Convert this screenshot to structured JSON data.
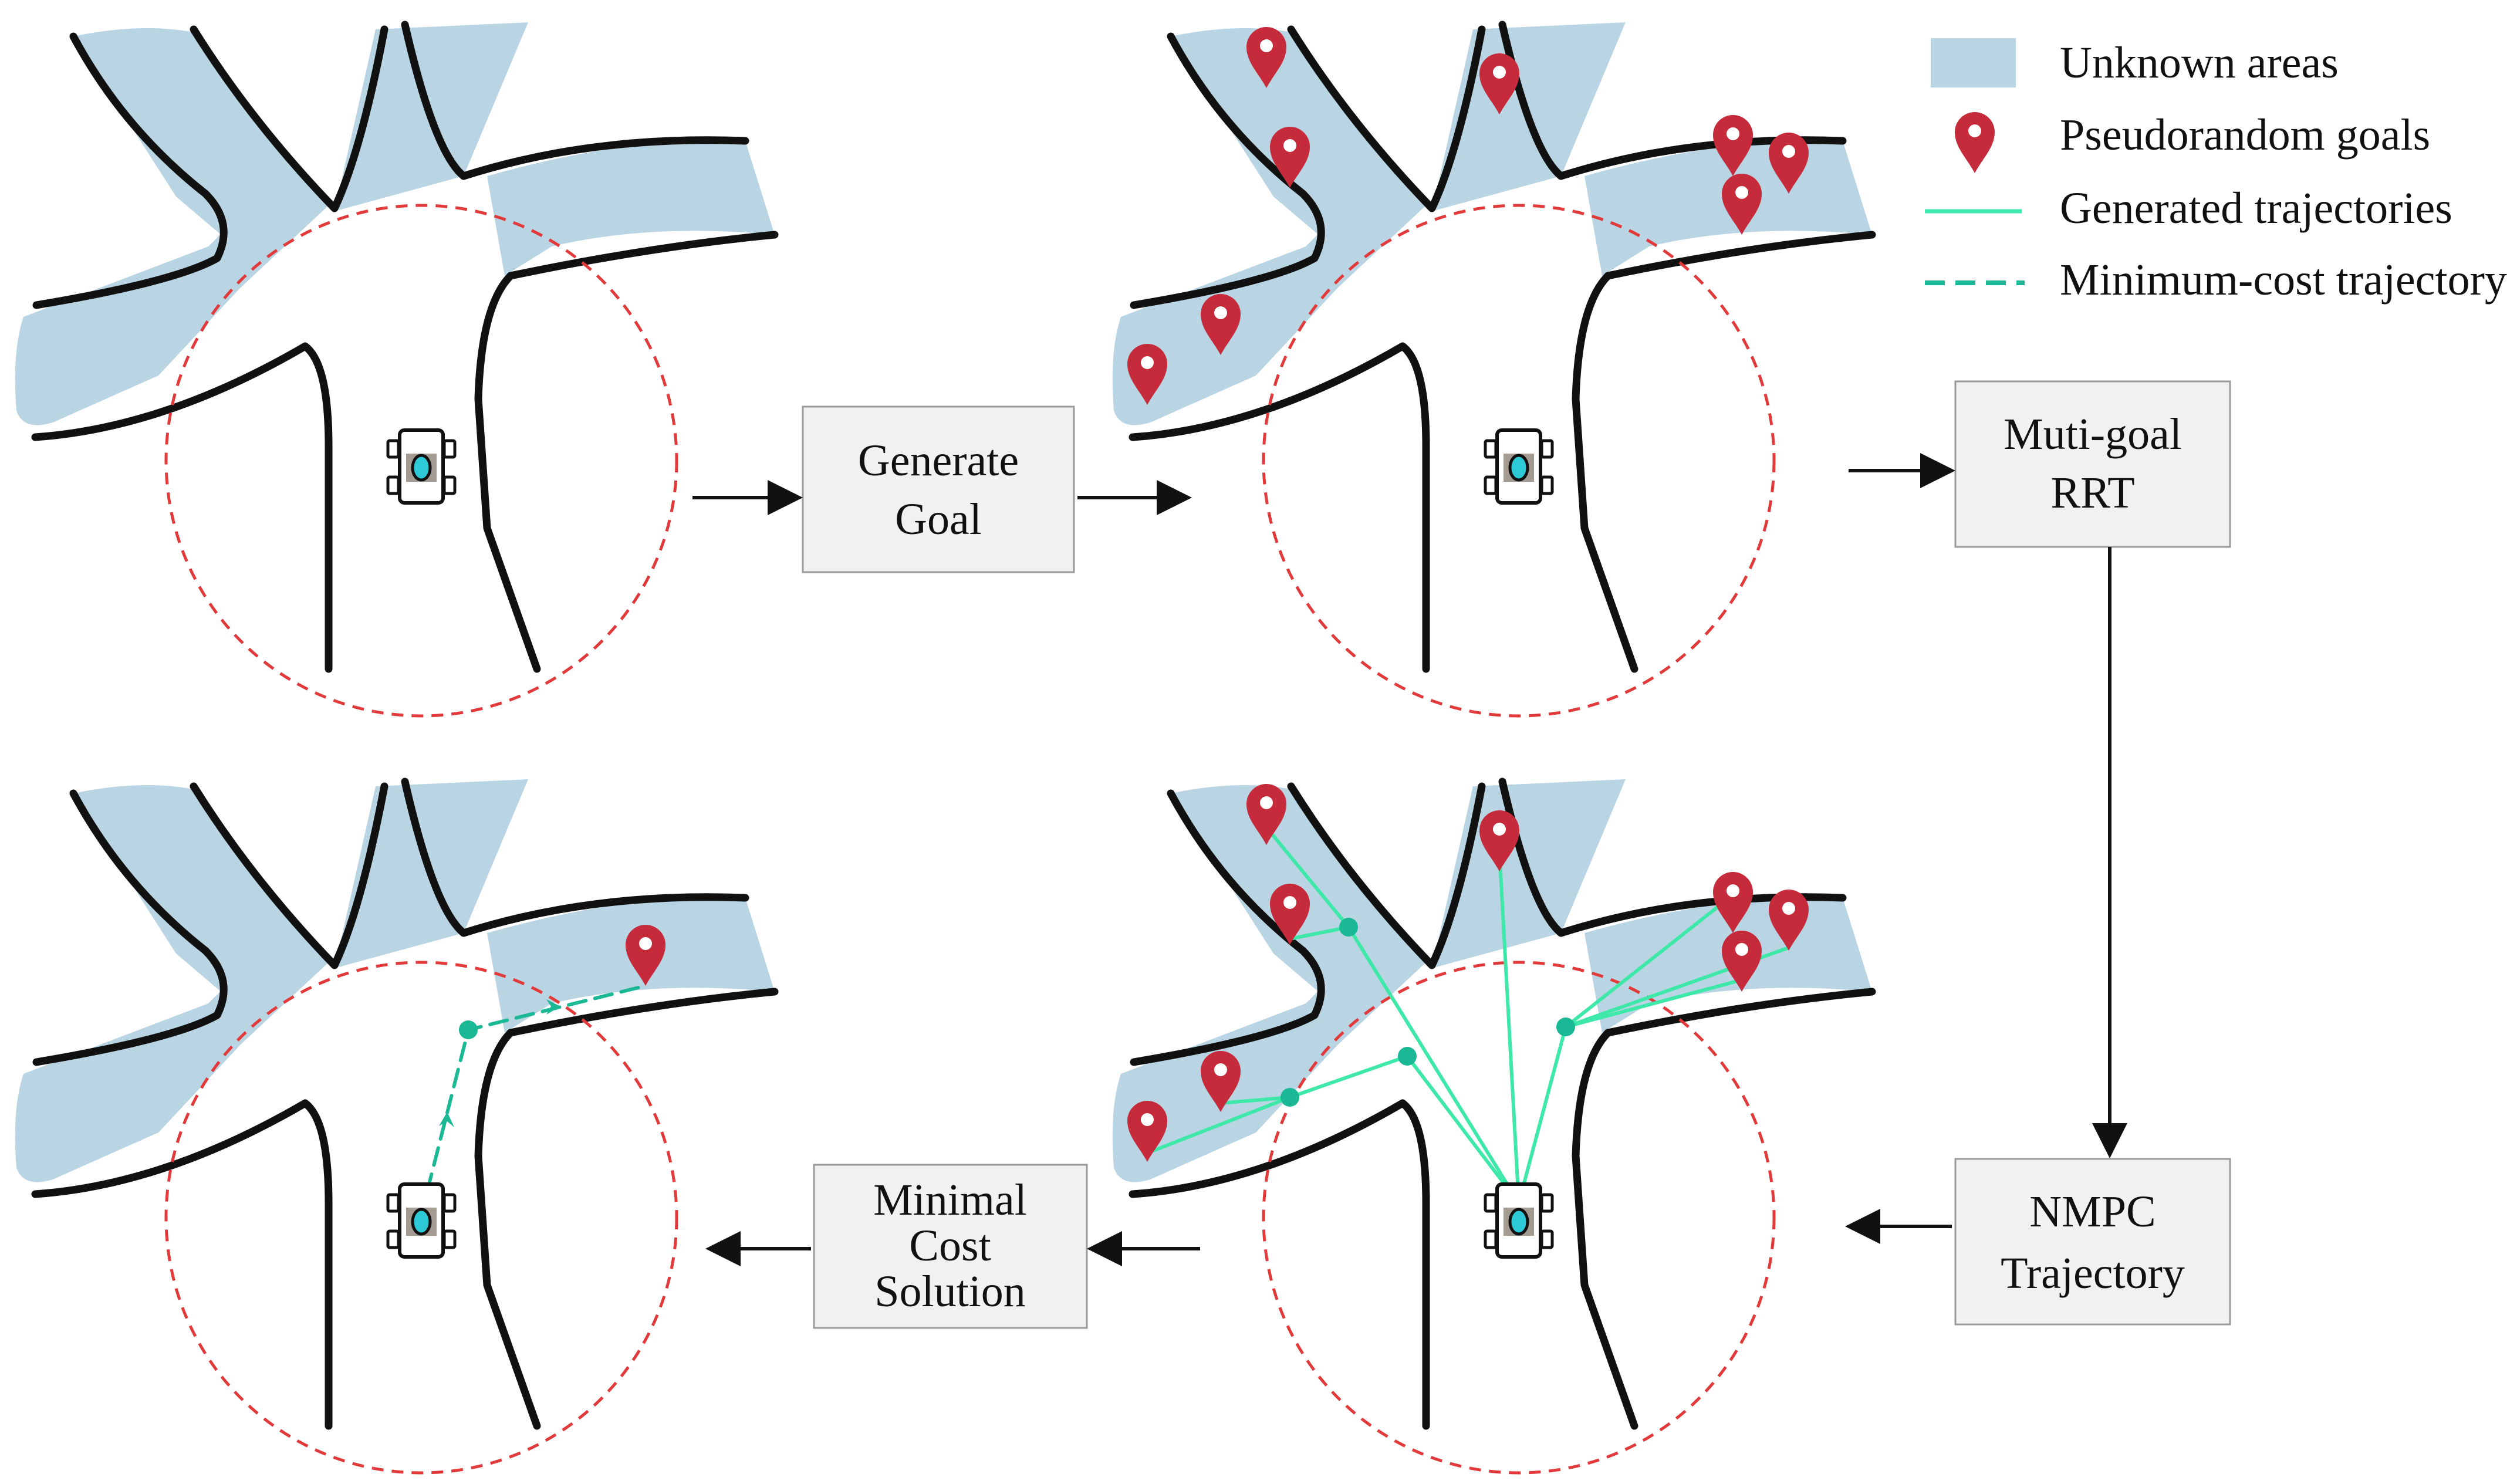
{
  "boxes": {
    "generate_goal": [
      "Generate",
      "Goal"
    ],
    "multi_goal_rrt": [
      "Muti-goal",
      "RRT"
    ],
    "nmpc_trajectory": [
      "NMPC",
      "Trajectory"
    ],
    "minimal_cost": [
      "Minimal",
      "Cost",
      "Solution"
    ]
  },
  "legend": {
    "unknown_areas": "Unknown areas",
    "pseudorandom_goals": "Pseudorandom goals",
    "generated_trajectories": "Generated trajectories",
    "minimum_cost_trajectory": "Minimum-cost trajectory"
  },
  "colors": {
    "unknown_area": "#b9d4e3",
    "wall": "#111111",
    "sensor_range": "#e23a3a",
    "goal_marker": "#c62b3b",
    "generated_trajectory": "#3ee8a8",
    "minimum_cost_trajectory": "#1ab894",
    "robot_center": "#2ec9d6",
    "box_fill": "#f1f1f1",
    "box_border": "#9a9a9a"
  },
  "icons": {
    "goal": "map-pin-icon",
    "robot": "robot-car-icon"
  }
}
